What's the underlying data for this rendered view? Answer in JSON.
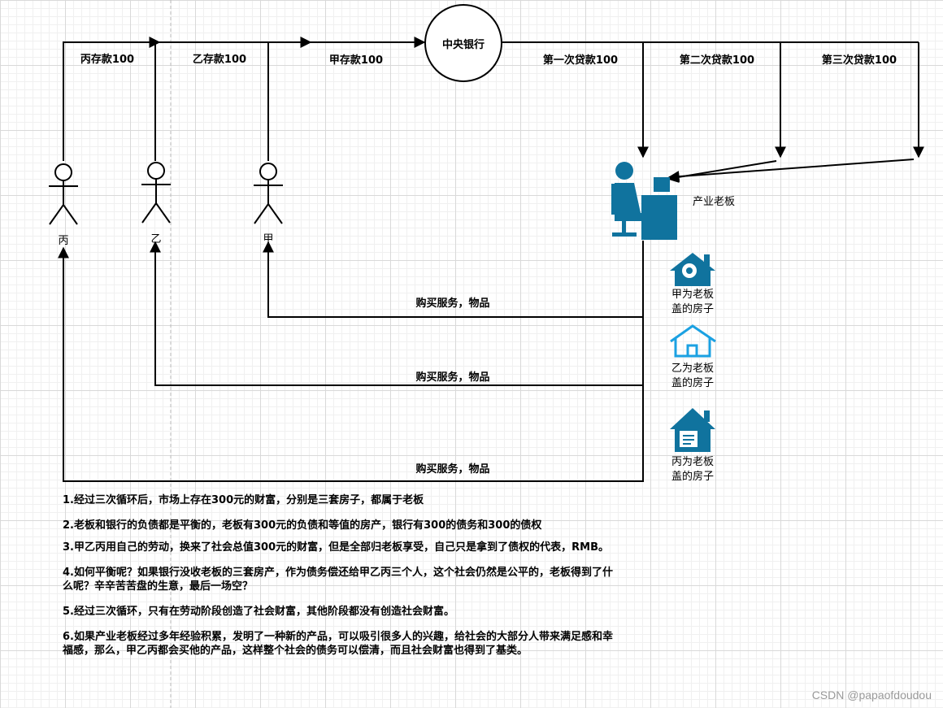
{
  "nodes": {
    "bank": "中央银行",
    "person_bing": "丙",
    "person_yi": "乙",
    "person_jia": "甲",
    "boss": "产业老板"
  },
  "edges": {
    "deposit_bing": "丙存款100",
    "deposit_yi": "乙存款100",
    "deposit_jia": "甲存款100",
    "loan_1": "第一次贷款100",
    "loan_2": "第二次贷款100",
    "loan_3": "第三次贷款100",
    "purchase_jia": "购买服务，物品",
    "purchase_yi": "购买服务，物品",
    "purchase_bing": "购买服务，物品"
  },
  "houses": [
    {
      "line1": "甲为老板",
      "line2": "盖的房子",
      "icon": "house-gear-icon"
    },
    {
      "line1": "乙为老板",
      "line2": "盖的房子",
      "icon": "house-outline-icon"
    },
    {
      "line1": "丙为老板",
      "line2": "盖的房子",
      "icon": "house-document-icon"
    }
  ],
  "notes": [
    "1.经过三次循环后，市场上存在300元的财富，分别是三套房子，都属于老板",
    "2.老板和银行的负债都是平衡的，老板有300元的负债和等值的房产，银行有300的债务和300的债权",
    "3.甲乙丙用自己的劳动，换来了社会总值300元的财富，但是全部归老板享受，自己只是拿到了债权的代表，RMB。",
    "4.如何平衡呢？如果银行没收老板的三套房产，作为债务偿还给甲乙丙三个人，这个社会仍然是公平的，老板得到了什么呢？辛辛苦苦盘的生意，最后一场空？",
    "5.经过三次循环，只有在劳动阶段创造了社会财富，其他阶段都没有创造社会财富。",
    "6.如果产业老板经过多年经验积累，发明了一种新的产品，可以吸引很多人的兴趣，给社会的大部分人带来满足感和幸福感，那么，甲乙丙都会买他的产品，这样整个社会的债务可以偿清，而且社会财富也得到了基类。"
  ],
  "watermark": "CSDN @papaofdoudou",
  "colors": {
    "icon": "#10739e",
    "house_outline": "#1ba1e2",
    "line": "#000000"
  }
}
